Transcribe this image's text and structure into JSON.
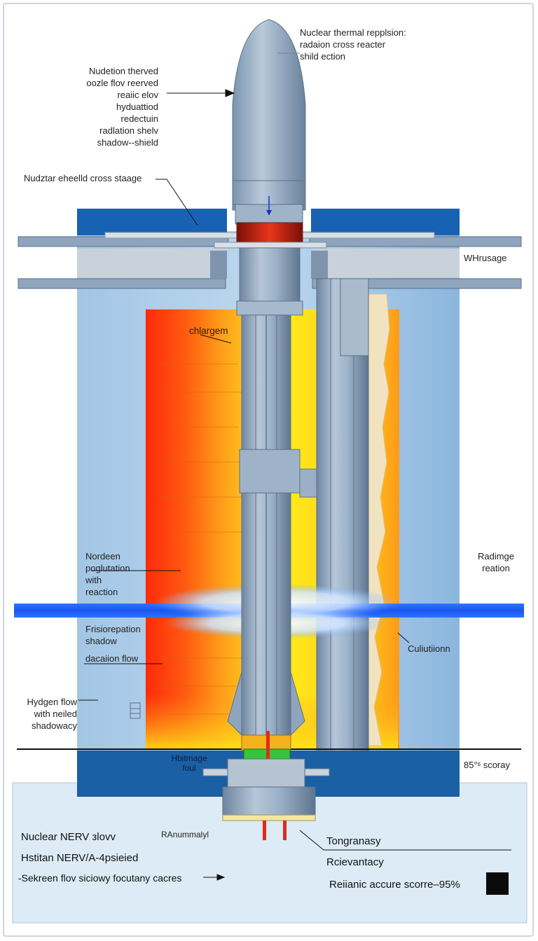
{
  "labels": {
    "top_right": "Nuclear thermal repplsion:\nradaion cross reacter\nshild ection",
    "top_left": "Nudetion therved\noozle flov reerved\nreaiic elov\nhyduattiod\nredectuin\nradlation shelv\nshadow--shield",
    "shield_stage": "Nudztar eheelld cross staage",
    "whusage": "WHrusage",
    "chlargem": "chlargem",
    "nordeen": "Nordeen\npoglutation\nwith\nreaction",
    "radimge": "Radimge\nreation",
    "frisiorepation": "Frisiorepation\nshadow",
    "daciaion": "dacaiion flow",
    "culiutiionn": "Culiutiionn",
    "hydgen": "Hydgen flow\nwith neiled\nshadowacy",
    "hbitmage": "Hbitmage\nfoul",
    "score85": "85°ˢ scoray",
    "ranummaly": "RAnummalyl",
    "nuclear_nerv": "Nuclear NERV зlovv",
    "hstitan": "Hstitan NERV/A-4psieied",
    "sekreen": "-Sekreen flov siciowy focutany cacres",
    "tongranasy": "Tongranasy",
    "rcievantacy": "Rcievantacy",
    "reliance_score": "Reiianic accure scorre–95%"
  },
  "colors": {
    "background": "#ffffff",
    "outer_blue": "#a7cbea",
    "dark_blue": "#1862b4",
    "steel": "#8ea5bd",
    "hot_red": "#ff2e0a",
    "hot_yellow": "#ffe81a",
    "flow_beam": "#1f63ff",
    "bottom_panel": "#dcebf5"
  }
}
